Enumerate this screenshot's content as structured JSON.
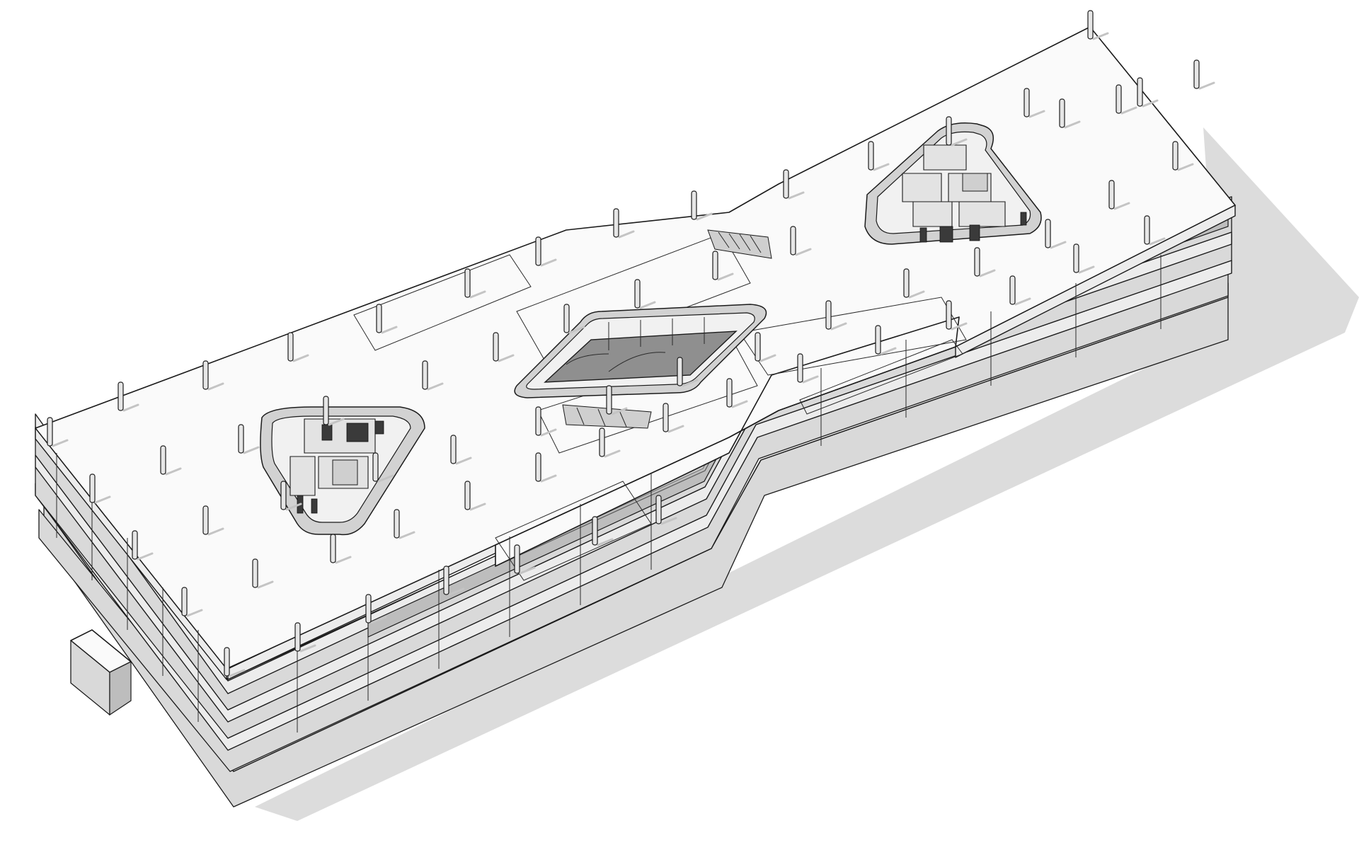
{
  "figure": {
    "type": "axonometric-building-drawing",
    "background": "#ffffff",
    "line_color": "#1b1b1b",
    "shadow_color": "#dcdcdc",
    "levels_visible": 4,
    "light_wells": [
      "left-triangular-core",
      "central-atrium",
      "right-triangular-core"
    ]
  }
}
